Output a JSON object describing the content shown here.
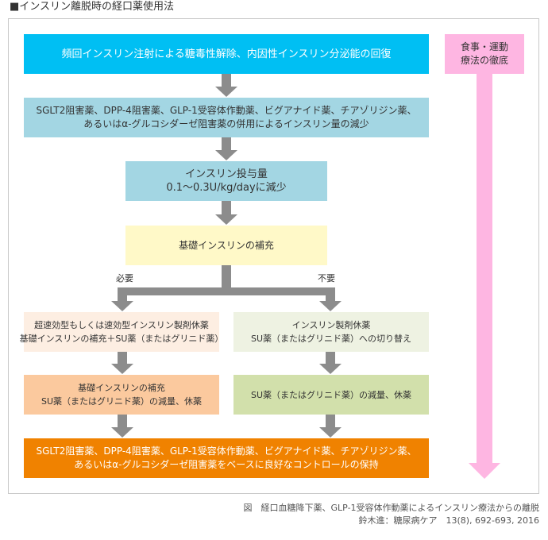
{
  "title": "■インスリン離脱時の経口薬使用法",
  "steps": {
    "step1": [
      "頻回インスリン注射による糖毒性解除、内因性インスリン分泌能の回復"
    ],
    "step2": [
      "SGLT2阻害薬、DPP-4阻害薬、GLP-1受容体作動薬、ビグアナイド薬、チアゾリジン薬、",
      "あるいはα-グルコシダーゼ阻害薬の併用によるインスリン量の減少"
    ],
    "step3": [
      "インスリン投与量",
      "0.1～0.3U/kg/dayに減少"
    ],
    "step4": [
      "基礎インスリンの補充"
    ],
    "branch_left_label": "必要",
    "branch_right_label": "不要",
    "left1": [
      "超速効型もしくは速効型インスリン製剤休薬",
      "基礎インスリンの補充＋SU薬（またはグリニド薬）"
    ],
    "right1": [
      "インスリン製剤休薬",
      "SU薬（またはグリニド薬）への切り替え"
    ],
    "left2": [
      "基礎インスリンの補充",
      "SU薬（またはグリニド薬）の減量、休薬"
    ],
    "right2": [
      "SU薬（またはグリニド薬）の減量、休薬"
    ],
    "final": [
      "SGLT2阻害薬、DPP-4阻害薬、GLP-1受容体作動薬、ビグアナイド薬、チアゾリジン薬、",
      "あるいはα-グルコシダーゼ阻害薬をベースに良好なコントロールの保持"
    ]
  },
  "side": [
    "食事・運動",
    "療法の徹底"
  ],
  "caption": {
    "line1": "図　経口血糖降下薬、GLP-1受容体作動薬によるインスリン療法からの離脱",
    "line2": "鈴木進：糖尿病ケア　13(8), 692-693, 2016"
  },
  "colors": {
    "step1": "#00bff3",
    "step2": "#a3d6e3",
    "step4": "#fff9c8",
    "left1": "#fdeee2",
    "right1": "#eef2e2",
    "left2": "#fbc99e",
    "right2": "#d2e0ab",
    "final": "#f08200",
    "side": "#feb6e2",
    "arrow": "#8c8c8c"
  }
}
